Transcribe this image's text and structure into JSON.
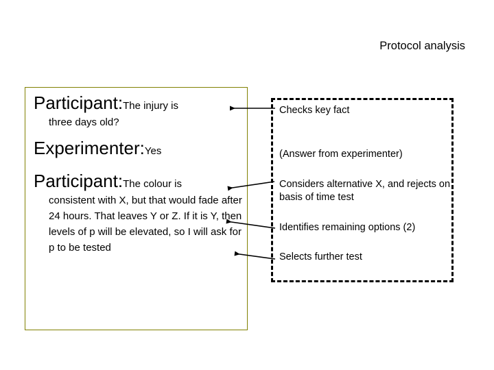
{
  "slide": {
    "title": "Protocol analysis",
    "background_color": "#ffffff",
    "text_color": "#000000"
  },
  "transcript_box": {
    "border_color": "#808000",
    "entries": [
      {
        "speaker": "Participant:",
        "utterance_first_line": "The injury is",
        "utterance_rest": "three days old?"
      },
      {
        "speaker": "Experimenter:",
        "utterance_first_line": "Yes",
        "utterance_rest": ""
      },
      {
        "speaker": "Participant:",
        "utterance_first_line": "The colour is",
        "utterance_rest": "consistent with X, but that would fade after 24 hours. That leaves Y or Z. If it is Y, then levels of p will be elevated, so I will ask for p to be tested"
      }
    ]
  },
  "annotation_box": {
    "border_color": "#000000",
    "border_style": "dashed",
    "annotations": [
      {
        "label": "Checks key fact"
      },
      {
        "label": "(Answer from experimenter)"
      },
      {
        "label": "Considers alternative X, and rejects on basis of time test"
      },
      {
        "label": "Identifies remaining options (2)"
      },
      {
        "label": "Selects further test"
      }
    ]
  },
  "arrows": [
    {
      "name": "arrow-checks-key-fact",
      "color": "#000000"
    },
    {
      "name": "arrow-considers-alternative",
      "color": "#000000"
    },
    {
      "name": "arrow-identifies-options",
      "color": "#000000"
    },
    {
      "name": "arrow-selects-further-test",
      "color": "#000000"
    }
  ]
}
